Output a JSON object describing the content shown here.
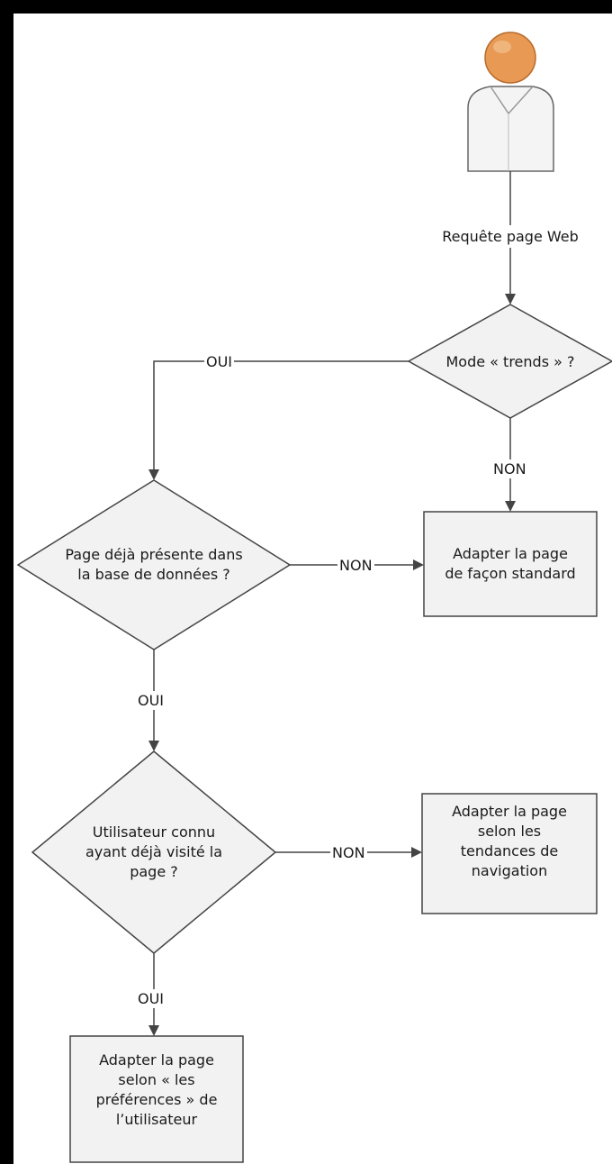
{
  "colors": {
    "stroke": "#444444",
    "box_fill": "#f2f2f2",
    "head_fill": "#e89a55",
    "body_fill": "#f4f4f4"
  },
  "icons": {
    "user": "user-icon"
  },
  "flow": {
    "request_label": "Requête page Web",
    "decision_trends": "Mode « trends » ?",
    "edge_trends_yes": "OUI",
    "edge_trends_no": "NON",
    "box_standard": [
      "Adapter la page",
      "de façon standard"
    ],
    "decision_db": [
      "Page déjà présente dans",
      "la base de données ?"
    ],
    "edge_db_no": "NON",
    "edge_db_yes": "OUI",
    "decision_user": [
      "Utilisateur connu",
      "ayant déjà visité la",
      "page ?"
    ],
    "edge_user_no": "NON",
    "box_trends": [
      "Adapter la page",
      "selon les",
      "tendances de",
      "navigation"
    ],
    "edge_user_yes": "OUI",
    "box_prefs": [
      "Adapter la page",
      "selon « les",
      "préférences » de",
      "l’utilisateur"
    ]
  }
}
